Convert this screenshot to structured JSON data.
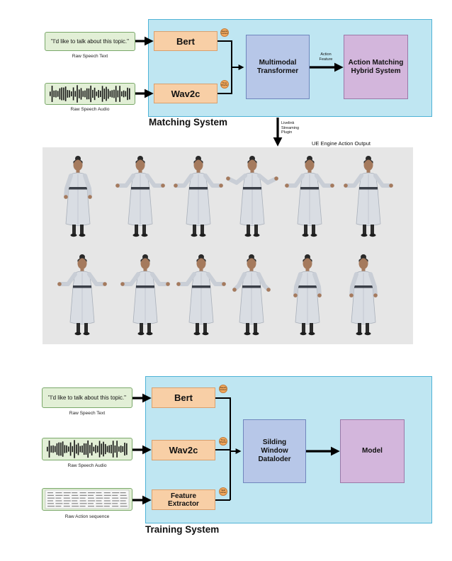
{
  "matching": {
    "title": "Matching System",
    "text_input": "\"I'd like to talk about this topic.\"",
    "text_caption": "Raw Speech Text",
    "audio_caption": "Raw Speech Audio",
    "bert": "Bert",
    "wav2c": "Wav2c",
    "bert_badge": "Meaning Context",
    "wav2c_badge": "Time Rhythm",
    "transformer_line1": "Multimodal",
    "transformer_line2": "Transformer",
    "action_feature_line1": "Action",
    "action_feature_line2": "Feature",
    "hybrid_line1": "Action Matching",
    "hybrid_line2": "Hybrid System",
    "livelink_line1": "Livelink",
    "livelink_line2": "Streaming",
    "livelink_line3": "Plugin"
  },
  "output": {
    "title": "UE Engine Action Output"
  },
  "training": {
    "title": "Training System",
    "text_input": "\"I'd like to talk about this topic.\"",
    "text_caption": "Raw Speech Text",
    "audio_caption": "Raw Speech Audio",
    "action_caption": "Raw Action sequence",
    "bert": "Bert",
    "wav2c": "Wav2c",
    "feature_line1": "Feature",
    "feature_line2": "Extractor",
    "bert_badge": "Meaning Context",
    "wav2c_badge": "Time Rhythm",
    "feature_badge": "Skill Action",
    "loader_line1": "Silding",
    "loader_line2": "Window",
    "loader_line3": "Dataloder",
    "model": "Model"
  },
  "colors": {
    "panel": "#bfe6f2",
    "input": "#e2efd6",
    "encoder": "#f8cfa6",
    "transformer": "#b7c7e8",
    "output_box": "#d3b6dc",
    "gallery": "#e6e6e6"
  }
}
